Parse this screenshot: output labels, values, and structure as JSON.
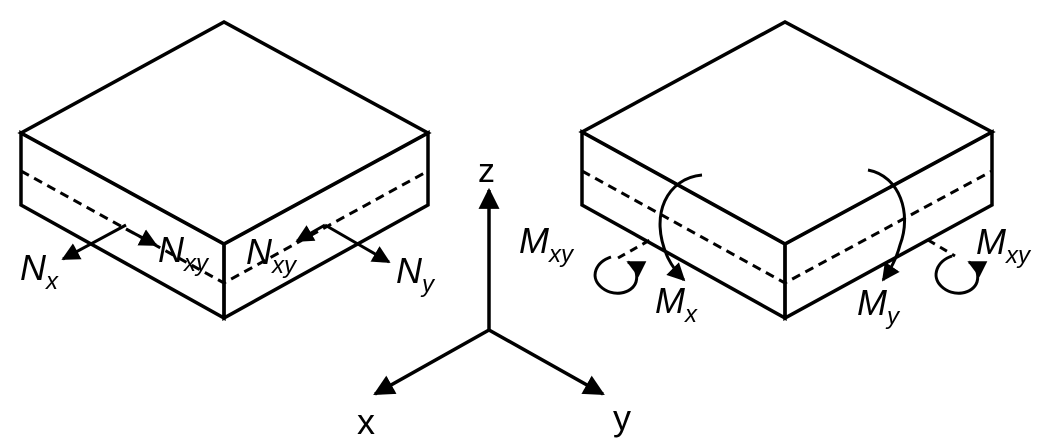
{
  "colors": {
    "ink": "#000000",
    "background": "#ffffff"
  },
  "left_plate": {
    "forces": {
      "nx": {
        "main": "N",
        "sub": "x"
      },
      "nxy_front": {
        "main": "N",
        "sub": "xy"
      },
      "nxy_right": {
        "main": "N",
        "sub": "xy"
      },
      "ny": {
        "main": "N",
        "sub": "y"
      }
    }
  },
  "axes": {
    "z": "z",
    "x": "x",
    "y": "y"
  },
  "right_plate": {
    "moments": {
      "mxy_left": {
        "main": "M",
        "sub": "xy"
      },
      "mx": {
        "main": "M",
        "sub": "x"
      },
      "my": {
        "main": "M",
        "sub": "y"
      },
      "mxy_right": {
        "main": "M",
        "sub": "xy"
      }
    }
  }
}
